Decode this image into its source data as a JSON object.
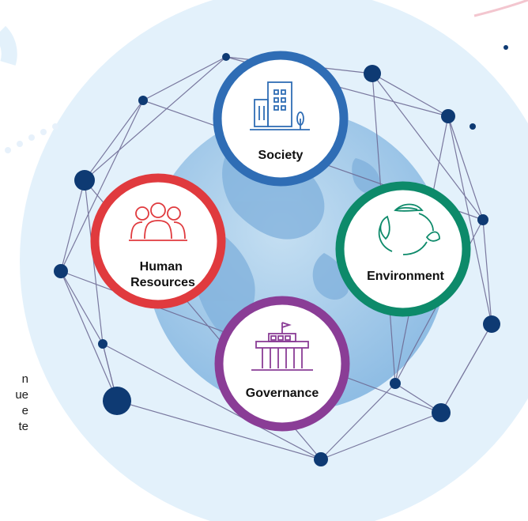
{
  "pillars": [
    {
      "id": "society",
      "label_lines": [
        "Society"
      ],
      "ring_color": "#2f6db5",
      "icon": "building-icon"
    },
    {
      "id": "human-resources",
      "label_lines": [
        "Human",
        "Resources"
      ],
      "ring_color": "#e03a3e",
      "icon": "people-icon"
    },
    {
      "id": "environment",
      "label_lines": [
        "Environment"
      ],
      "ring_color": "#0d8a6a",
      "icon": "recycle-leaves-icon"
    },
    {
      "id": "governance",
      "label_lines": [
        "Governance"
      ],
      "ring_color": "#8a3d96",
      "icon": "government-building-icon"
    }
  ],
  "partial_text_lines": [
    "n",
    "ue",
    "e",
    "",
    "te"
  ],
  "colors": {
    "halo": "#e3f1fb",
    "globe": "#a9cdea",
    "network_line": "#6e6b95",
    "node": "#0e3a73"
  }
}
